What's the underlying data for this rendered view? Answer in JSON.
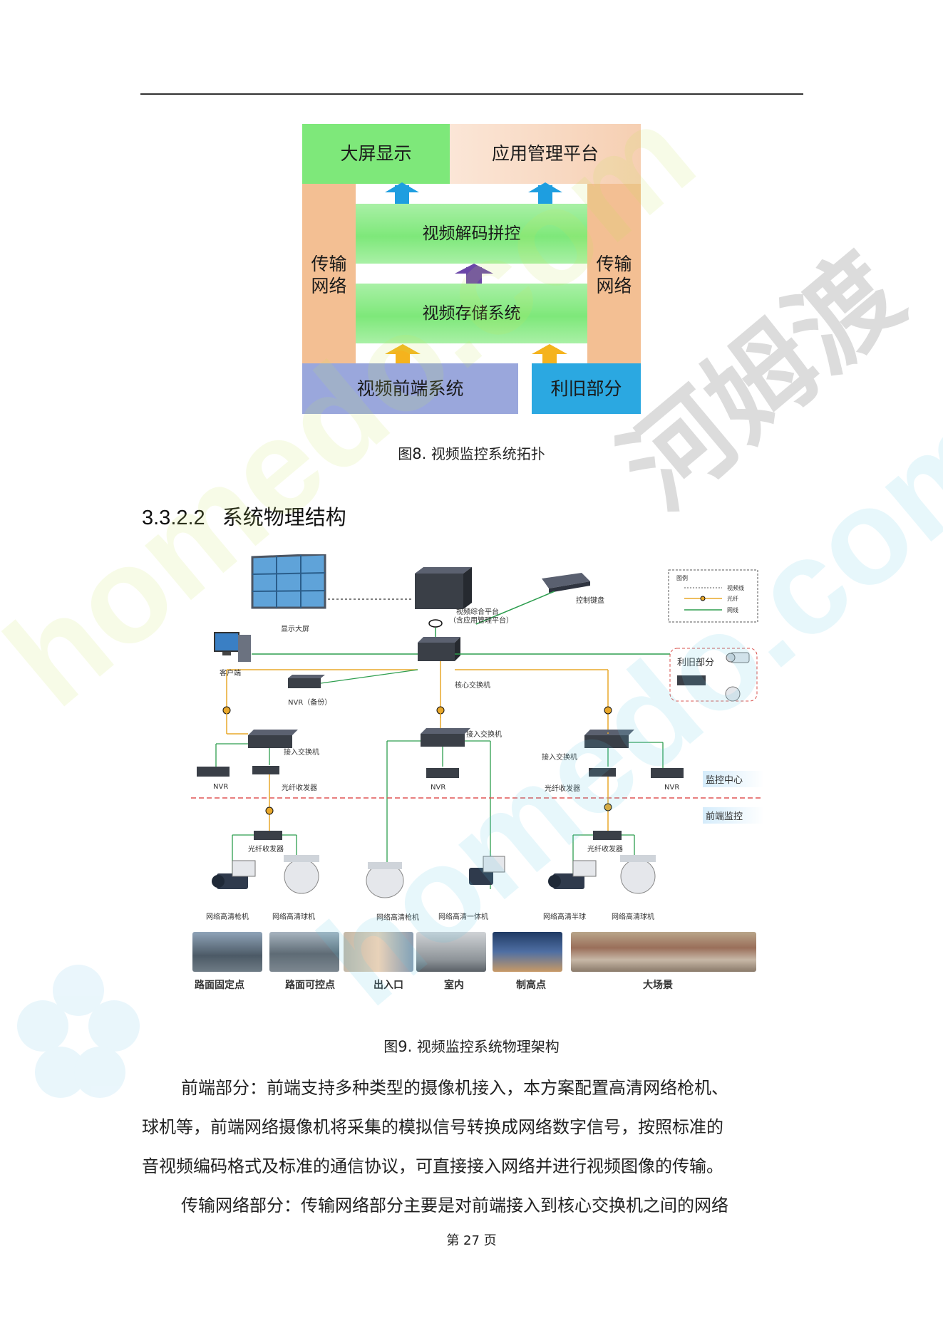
{
  "fig8": {
    "big_screen": "大屏显示",
    "app_platform": "应用管理平台",
    "decode": "视频解码拼控",
    "storage": "视频存储系统",
    "transmission_left": "传输\n网络",
    "transmission_right": "传输\n网络",
    "frontend": "视频前端系统",
    "legacy": "利旧部分",
    "caption_prefix": "图",
    "caption_num": "8.",
    "caption_text": "视频监控系统拓扑",
    "colors": {
      "green": "#7ee87a",
      "light_green": "#a9f0a6",
      "peach": "#f3bf93",
      "purple_blue": "#9aa7dc",
      "blue": "#2ba8e1",
      "arrow_blue": "#1e9ee0",
      "arrow_orange": "#f5b31d",
      "arrow_purple": "#6b46a8"
    }
  },
  "section": {
    "number": "3.3.2.2",
    "title": "系统物理结构"
  },
  "fig9": {
    "labels": {
      "display_wall": "显示大屏",
      "platform": "视频综合平台",
      "platform_sub": "（含应用管理平台）",
      "keyboard": "控制键盘",
      "legend_title": "图例",
      "legend_video": "视频线",
      "legend_fiber": "光纤",
      "legend_net": "网线",
      "client": "客户端",
      "core_switch": "核心交换机",
      "nvr_backup": "NVR（备份）",
      "legacy": "利旧部分",
      "access_left": "接入交换机",
      "access_mid": "接入交换机",
      "access_right": "接入交换机",
      "nvr": "NVR",
      "fiber_tx": "光纤收发器",
      "monitor_center": "监控中心",
      "front_monitor": "前端监控",
      "cam_bullet_1": "网络高清枪机",
      "cam_dome_1": "网络高清球机",
      "cam_bullet_2": "网络高清枪机",
      "cam_integrated": "网络高清一体机",
      "cam_half_dome": "网络高清半球",
      "cam_dome_2": "网络高清球机"
    },
    "photos": [
      "路面固定点",
      "路面可控点",
      "出入口",
      "室内",
      "制高点",
      "大场景"
    ],
    "caption_prefix": "图",
    "caption_num": "9.",
    "caption_text": "视频监控系统物理架构"
  },
  "paragraph": {
    "lines": [
      "前端部分：前端支持多种类型的摄像机接入，本方案配置高清网络枪机、",
      "球机等，前端网络摄像机将采集的模拟信号转换成网络数字信号，按照标准的",
      "音视频编码格式及标准的通信协议，可直接接入网络并进行视频图像的传输。",
      "传输网络部分：传输网络部分主要是对前端接入到核心交换机之间的网络"
    ]
  },
  "footer": {
    "page": "第 27 页"
  },
  "watermark": {
    "text_1": "homedo.com",
    "text_2": "河姆渡"
  }
}
